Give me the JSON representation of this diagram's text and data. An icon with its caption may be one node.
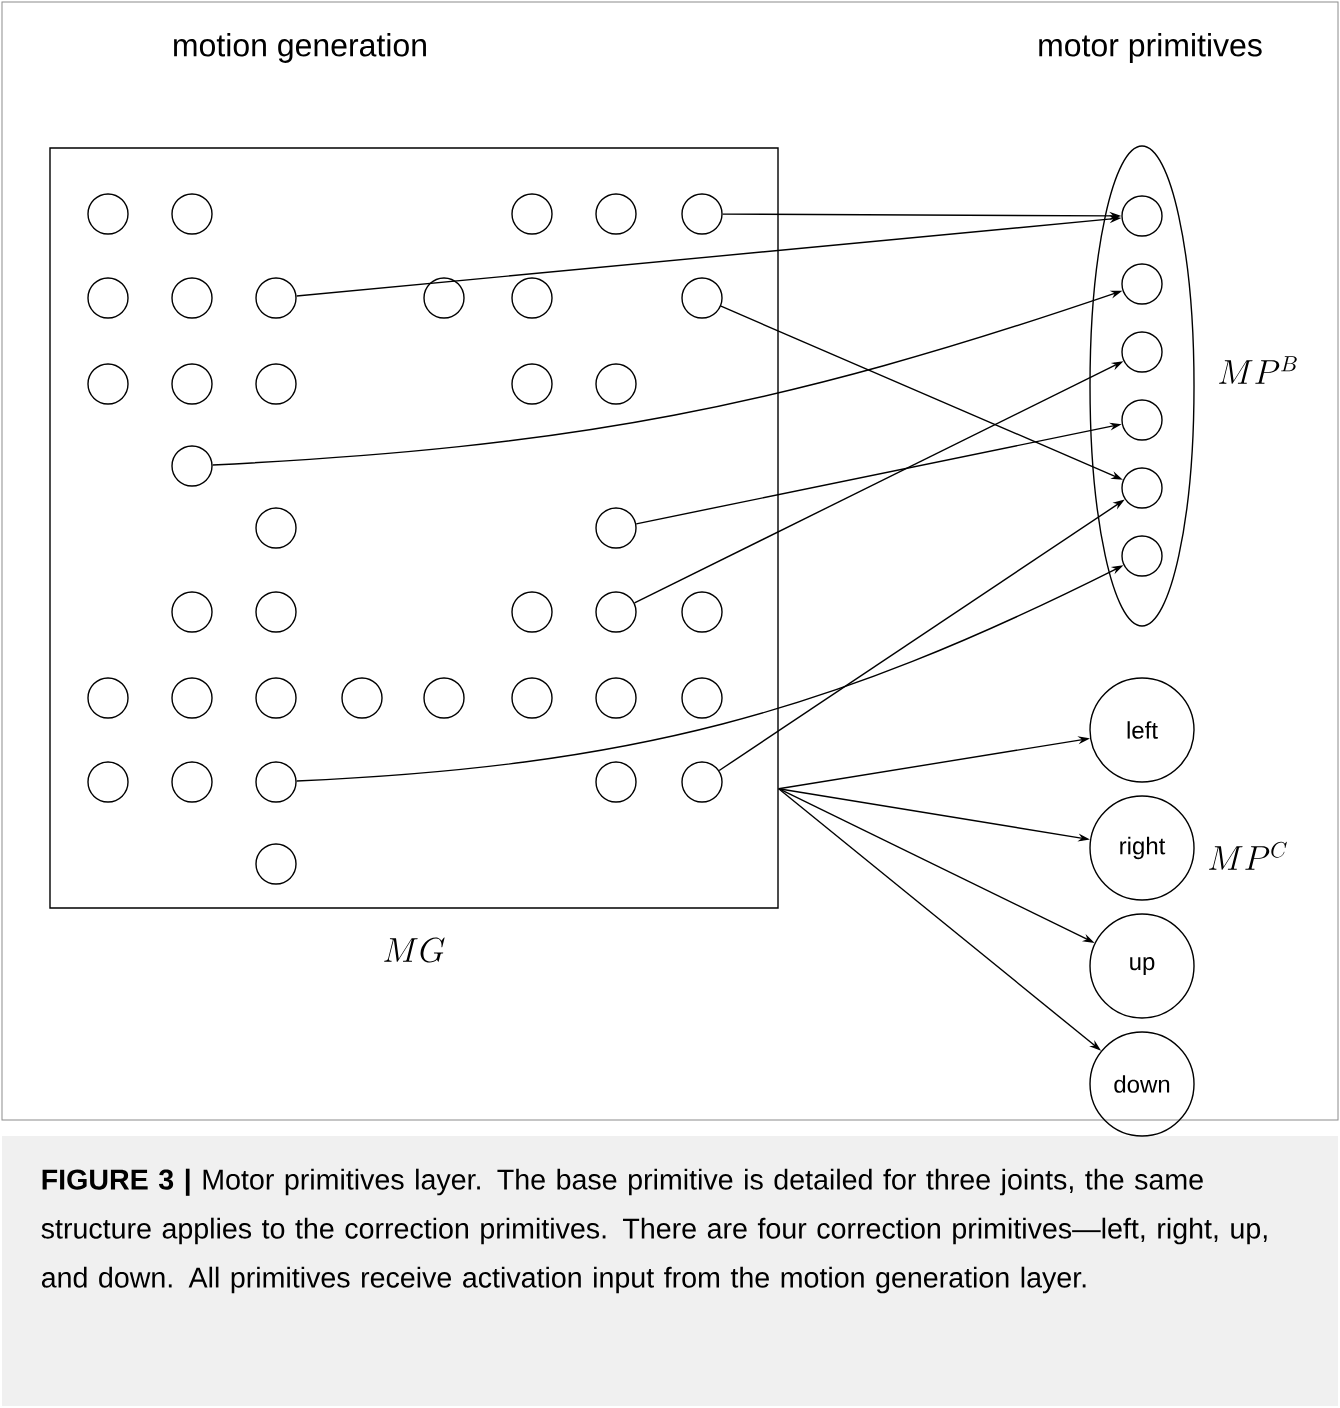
{
  "diagram": {
    "caption": "**FIGURE 3 |** Motor primitives layer. The base primitive is detailed for three joints, the same structure applies to the correction primitives. There are four correction primitives—left, right, up, and down. All primitives receive activation input from the motion generation layer.",
    "nodes": [
      {
        "text": [
          "MG"
        ]
      },
      {
        "text": [],
        "shape": "circle",
        "in": 0
      },
      {
        "text": [],
        "shape": "circle",
        "in": 0
      },
      {
        "text": [],
        "shape": "circle",
        "in": 0
      },
      {
        "text": [],
        "shape": "circle",
        "in": 0
      },
      {
        "text": [],
        "shape": "circle",
        "in": 0
      },
      {
        "text": [],
        "shape": "circle",
        "in": 0
      },
      {
        "text": [],
        "shape": "circle",
        "in": 0
      },
      {
        "text": [],
        "shape": "circle",
        "in": 0
      },
      {
        "text": [],
        "shape": "circle",
        "in": 0
      },
      {
        "text": [],
        "shape": "circle",
        "in": 0
      },
      {
        "text": [],
        "shape": "circle",
        "in": 0
      },
      {
        "text": [],
        "shape": "circle",
        "in": 0
      },
      {
        "text": [],
        "shape": "circle",
        "in": 0
      },
      {
        "text": [],
        "shape": "circle",
        "in": 0
      },
      {
        "text": [],
        "shape": "circle",
        "in": 0
      },
      {
        "text": [],
        "shape": "circle",
        "in": 0
      },
      {
        "text": [],
        "shape": "circle",
        "in": 0
      },
      {
        "text": [],
        "shape": "circle",
        "in": 0
      },
      {
        "text": [],
        "shape": "circle",
        "in": 0
      },
      {
        "text": [],
        "shape": "circle",
        "in": 0
      },
      {
        "text": [],
        "shape": "circle",
        "in": 0
      },
      {
        "text": [],
        "shape": "circle",
        "in": 0
      },
      {
        "text": [],
        "shape": "circle",
        "in": 0
      },
      {
        "text": [],
        "shape": "circle",
        "in": 0
      },
      {
        "text": [],
        "shape": "circle",
        "in": 0
      },
      {
        "text": [],
        "shape": "circle",
        "in": 0
      },
      {
        "text": [],
        "shape": "circle",
        "in": 0
      },
      {
        "text": [],
        "shape": "circle",
        "in": 0
      },
      {
        "text": [],
        "shape": "circle",
        "in": 0
      },
      {
        "text": [],
        "shape": "circle",
        "in": 0
      },
      {
        "text": [],
        "shape": "circle",
        "in": 0
      },
      {
        "text": [],
        "shape": "circle",
        "in": 0
      },
      {
        "text": [],
        "shape": "circle",
        "in": 0
      },
      {
        "text": [],
        "shape": "circle",
        "in": 0
      },
      {
        "text": [],
        "shape": "circle",
        "in": 0
      },
      {
        "text": [],
        "shape": "circle",
        "in": 0
      },
      {
        "text": [],
        "shape": "circle",
        "in": 0
      },
      {
        "text": [],
        "shape": "circle",
        "in": 0
      },
      {
        "text": [
          "MP^{B}"
        ]
      },
      {
        "text": [],
        "shape": "circle",
        "in": 39
      },
      {
        "text": [],
        "shape": "circle",
        "in": 39
      },
      {
        "text": [],
        "shape": "circle",
        "in": 39
      },
      {
        "text": [],
        "shape": "circle",
        "in": 39
      },
      {
        "text": [],
        "shape": "circle",
        "in": 39
      },
      {
        "text": [],
        "shape": "circle",
        "in": 39
      },
      {
        "text": [
          "left"
        ]
      },
      {
        "text": [
          "right"
        ]
      },
      {
        "text": [
          "up"
        ]
      },
      {
        "text": [
          "down"
        ]
      }
    ],
    "edges": [
      {
        "from": 5,
        "to": 40,
        "arrow": "to"
      },
      {
        "from": 8,
        "to": 40,
        "arrow": "to"
      },
      {
        "from": 11,
        "to": 44,
        "arrow": "to"
      },
      {
        "from": 17,
        "to": 41,
        "arrow": "to"
      },
      {
        "from": 19,
        "to": 43,
        "arrow": "to"
      },
      {
        "from": 23,
        "to": 42,
        "arrow": "to"
      },
      {
        "from": 35,
        "to": 45,
        "arrow": "to"
      },
      {
        "from": 37,
        "to": 44,
        "arrow": "to"
      },
      {
        "from": 0,
        "to": 46,
        "arrow": "to"
      },
      {
        "from": 0,
        "to": 47,
        "arrow": "to"
      },
      {
        "from": 0,
        "to": 48,
        "arrow": "to"
      },
      {
        "from": 0,
        "to": 49,
        "arrow": "to"
      }
    ],
    "labels": [
      "motion generation",
      "motor primitives",
      "MP^{C}"
    ]
  }
}
